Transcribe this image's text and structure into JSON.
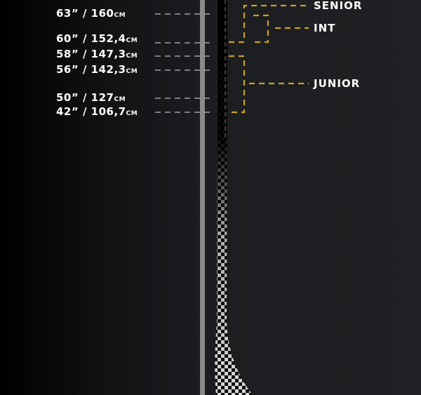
{
  "sizes": [
    {
      "inch": "63”",
      "metric": "160",
      "unit": "CM"
    },
    {
      "inch": "60”",
      "metric": "152,4",
      "unit": "CM"
    },
    {
      "inch": "58”",
      "metric": "147,3",
      "unit": "CM"
    },
    {
      "inch": "56”",
      "metric": "142,3",
      "unit": "CM"
    },
    {
      "inch": "50”",
      "metric": "127",
      "unit": "CM"
    },
    {
      "inch": "42”",
      "metric": "106,7",
      "unit": "CM"
    }
  ],
  "categories": {
    "senior": "SENIOR",
    "int": "INT",
    "junior": "JUNIOR"
  },
  "colors": {
    "bracket": "#c9a227",
    "text": "#ffffff",
    "ruler": "#8a8a8a"
  }
}
